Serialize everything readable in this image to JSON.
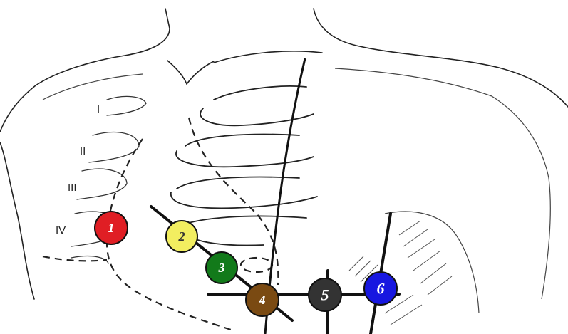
{
  "diagram": {
    "rib_labels": [
      "I",
      "II",
      "III",
      "IV"
    ],
    "electrodes": [
      {
        "label": "1",
        "color": "#e01e24",
        "text_color": "#ffffff"
      },
      {
        "label": "2",
        "color": "#f2ee60",
        "text_color": "#333333"
      },
      {
        "label": "3",
        "color": "#127a1a",
        "text_color": "#ffffff"
      },
      {
        "label": "4",
        "color": "#7a4a12",
        "text_color": "#ffffff"
      },
      {
        "label": "5",
        "color": "#333333",
        "text_color": "#ffffff"
      },
      {
        "label": "6",
        "color": "#1717e0",
        "text_color": "#ffffff"
      }
    ]
  }
}
